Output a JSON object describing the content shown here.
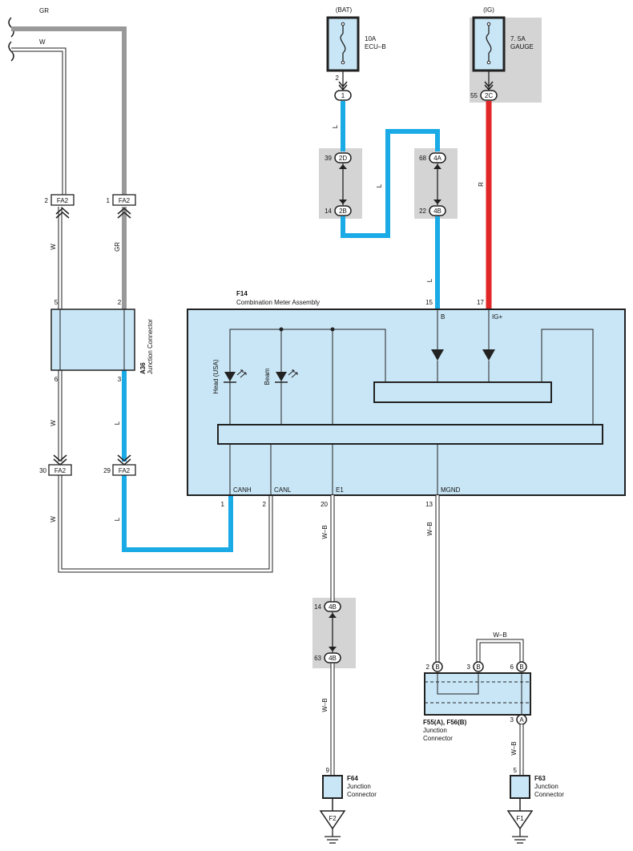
{
  "wires": {
    "gr": "GR",
    "w": "W",
    "l": "L",
    "r": "R",
    "wb": "W–B"
  },
  "fuses": {
    "bat_source": "(BAT)",
    "bat_rating": "10A",
    "bat_name": "ECU–B",
    "ig_source": "(IG)",
    "ig_rating": "7. 5A",
    "ig_name": "GAUGE"
  },
  "connectors": {
    "c1": "1",
    "c2d": "2D",
    "c2b": "2B",
    "c4a": "4A",
    "c4b": "4B",
    "c2c": "2C",
    "fa2": "FA2",
    "b": "B",
    "a": "A"
  },
  "pins": {
    "bat_2": "2",
    "ig_55": "55",
    "p39": "39",
    "p14": "14",
    "p68": "68",
    "p22": "22",
    "fa2_2": "2",
    "fa2_1": "1",
    "a36_5": "5",
    "a36_2": "2",
    "a36_6": "6",
    "a36_3": "3",
    "fa2_30": "30",
    "fa2_29": "29",
    "f14_15": "15",
    "f14_17": "17",
    "f14_1": "1",
    "f14_2": "2",
    "f14_20": "20",
    "f14_13": "13",
    "j14": "14",
    "j63": "63",
    "f55_2": "2",
    "f55_3": "3",
    "f55_6": "6",
    "f55_a3": "3",
    "f64_9": "9",
    "f63_5": "5"
  },
  "meter": {
    "code": "F14",
    "name": "Combination Meter Assembly",
    "term_b": "B",
    "term_ig": "IG+",
    "term_canh": "CANH",
    "term_canl": "CANL",
    "term_e1": "E1",
    "term_mgnd": "MGND",
    "lamp_head": "Head (USA)",
    "lamp_beam": "Beam"
  },
  "a36": {
    "code": "A36",
    "name": "Junction Connector"
  },
  "f55": {
    "code": "F55(A), F56(B)",
    "line1": "Junction",
    "line2": "Connector"
  },
  "f64": {
    "code": "F64",
    "line1": "Junction",
    "line2": "Connector"
  },
  "f63": {
    "code": "F63",
    "line1": "Junction",
    "line2": "Connector"
  },
  "grounds": {
    "f2": "F2",
    "f1": "F1"
  },
  "colors": {
    "blue_wire": "#1aaae6",
    "red_wire": "#e02626",
    "gray_wire": "#999999",
    "box_fill": "#c9e6f6",
    "shade": "#d4d4d4"
  }
}
